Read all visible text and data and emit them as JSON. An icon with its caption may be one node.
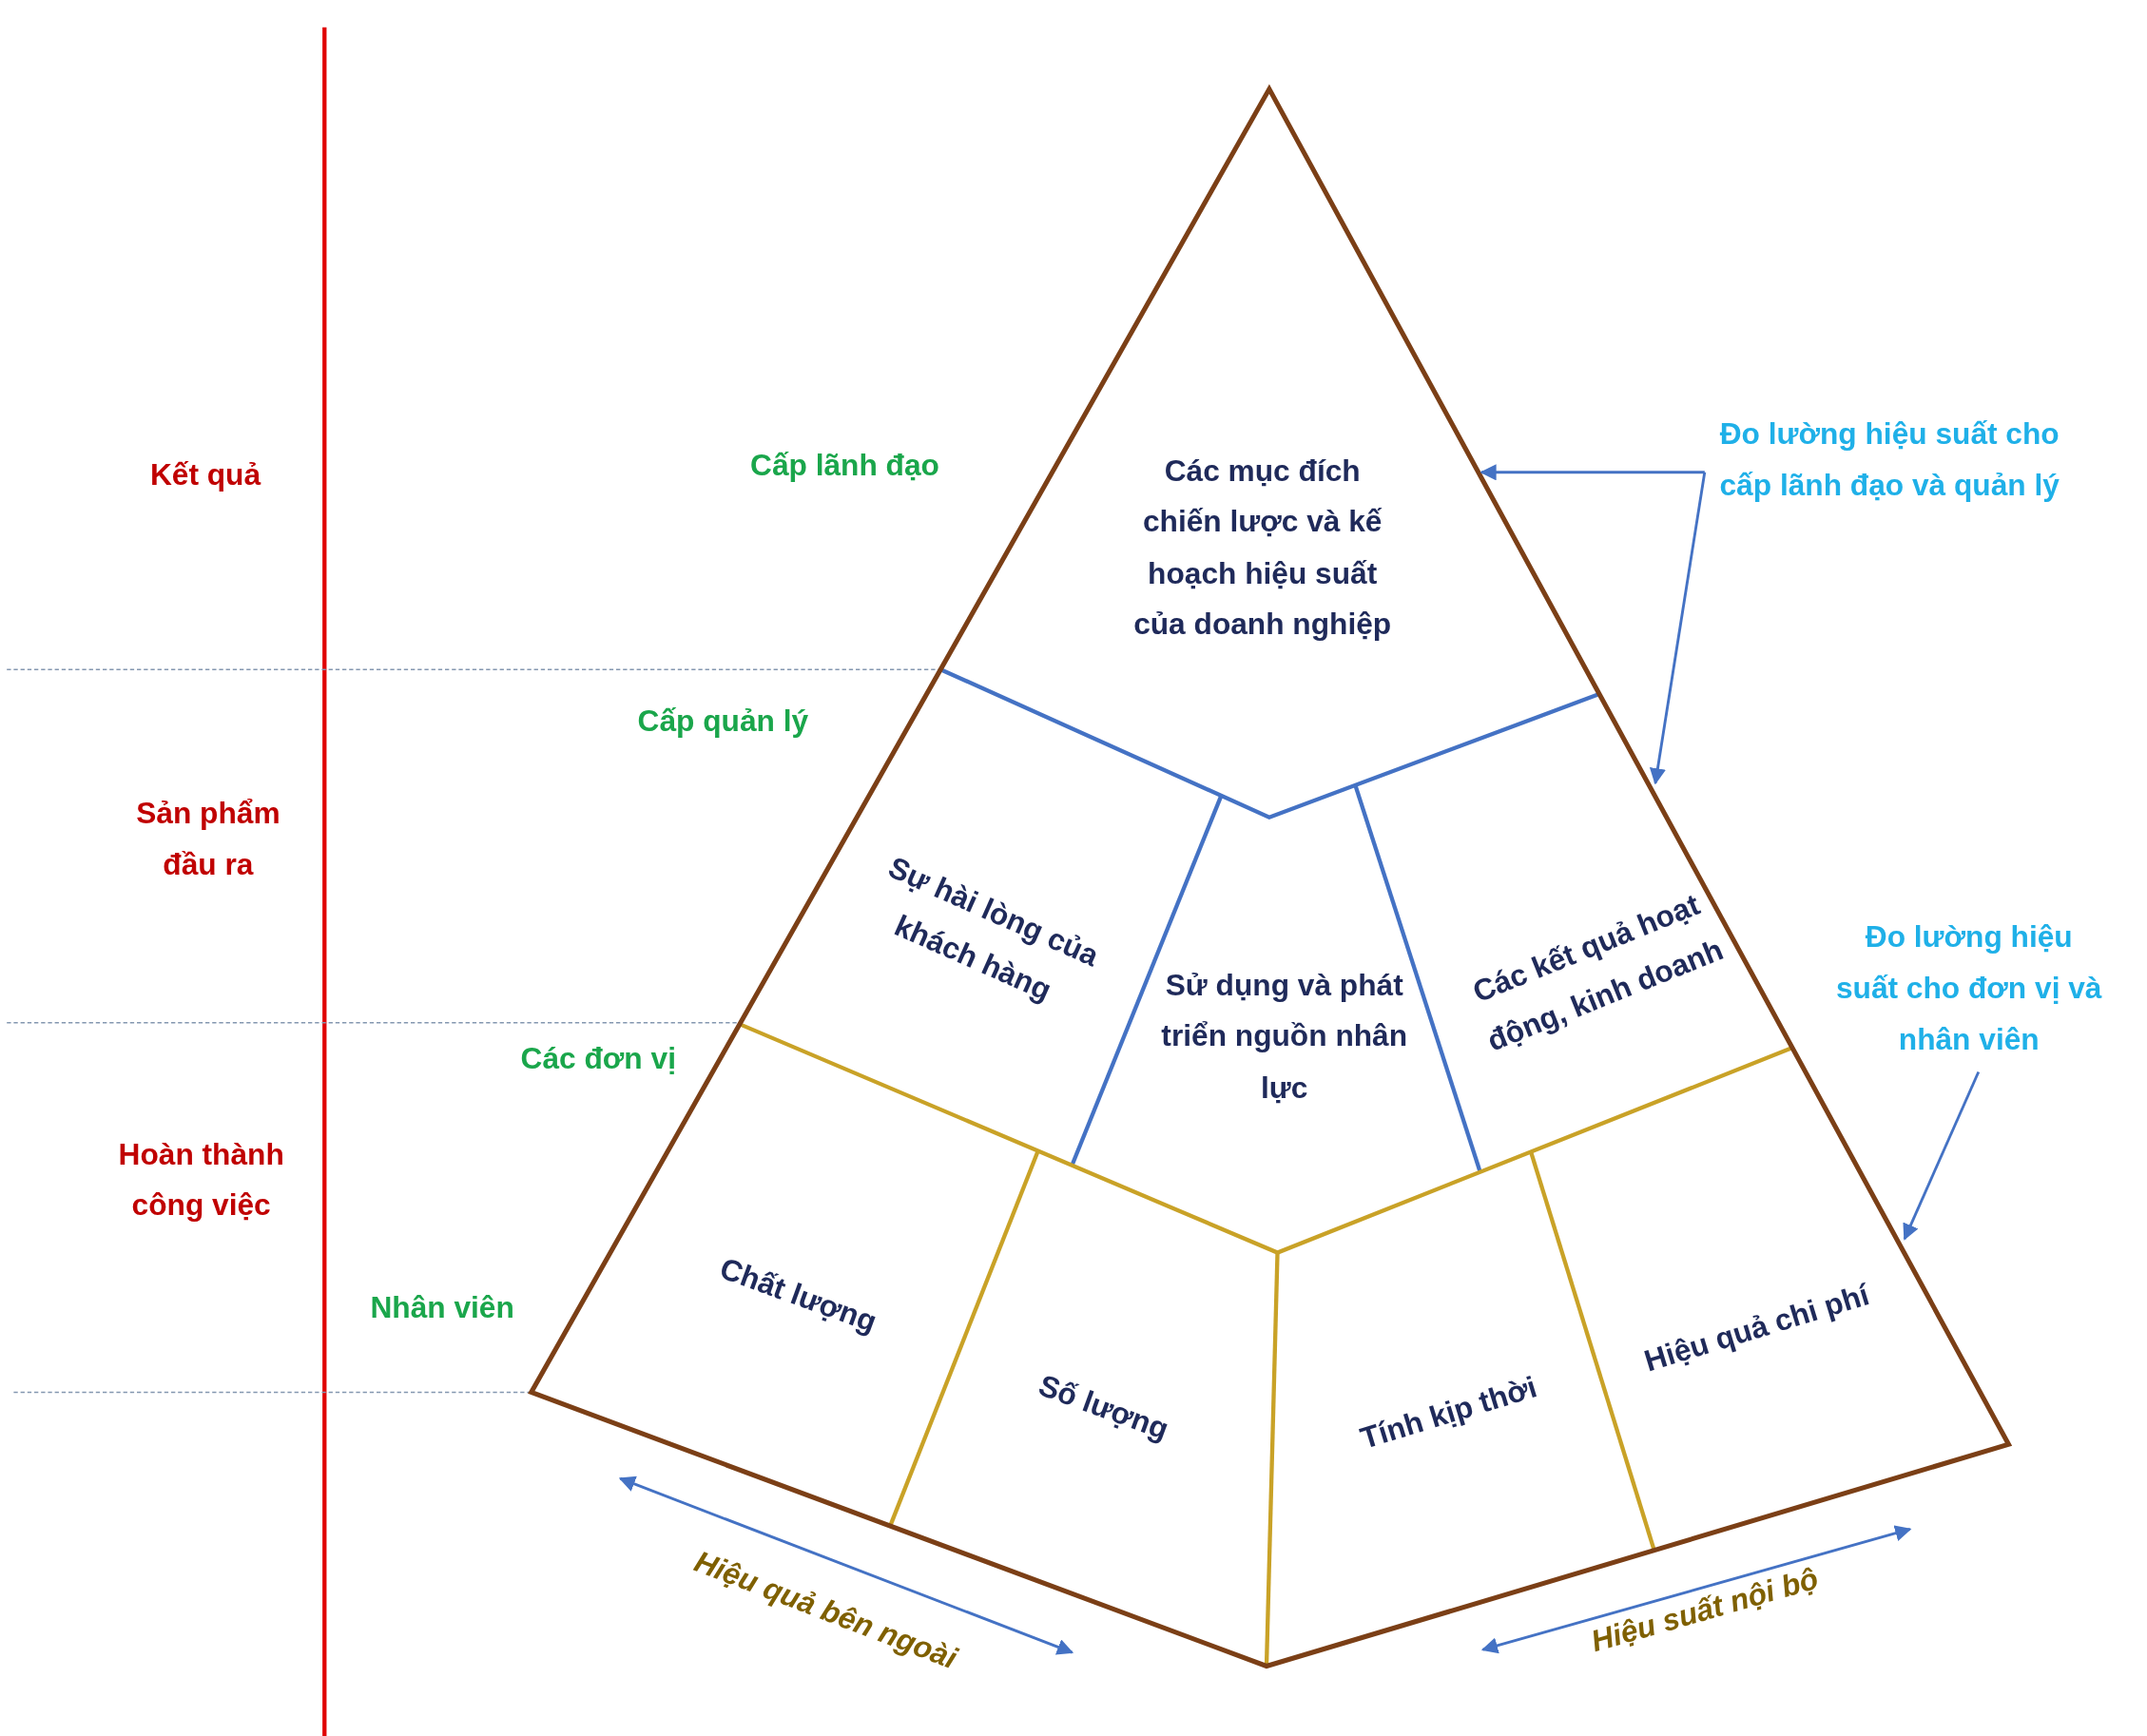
{
  "diagram": {
    "nodes": [
      {
        "text": [
          "Các mục đích chiến lược và kế hoạch hiệu suất của doanh nghiệp"
        ]
      },
      {
        "text": [
          "Sự hài lòng của khách hàng"
        ]
      },
      {
        "text": [
          "Sử dụng và phát triển nguồn nhân lực"
        ]
      },
      {
        "text": [
          "Các kết quả hoạt động, kinh doanh"
        ]
      },
      {
        "text": [
          "Chất lượng"
        ]
      },
      {
        "text": [
          "Số lượng"
        ]
      },
      {
        "text": [
          "Tính kịp thời"
        ]
      },
      {
        "text": [
          "Hiệu quả chi phí"
        ]
      },
      {
        "text": [
          "Đo lường hiệu suất cho cấp lãnh đạo và quản lý"
        ]
      },
      {
        "text": [
          "Đo lường hiệu suất cho đơn vị và nhân viên"
        ]
      }
    ],
    "edges": [
      {
        "from": 8,
        "to": 0,
        "arrow": "to"
      },
      {
        "from": 8,
        "to": 3,
        "arrow": "to"
      },
      {
        "from": 9,
        "to": 7,
        "arrow": "to"
      }
    ],
    "labels": [
      "Kết quả",
      "Cấp lãnh đạo",
      "Cấp quản lý",
      "Sản phẩm đầu ra",
      "Các đơn vị",
      "Hoàn thành công việc",
      "Nhân viên",
      "Hiệu quả bên ngoài",
      "Hiệu suất nội bộ"
    ]
  }
}
